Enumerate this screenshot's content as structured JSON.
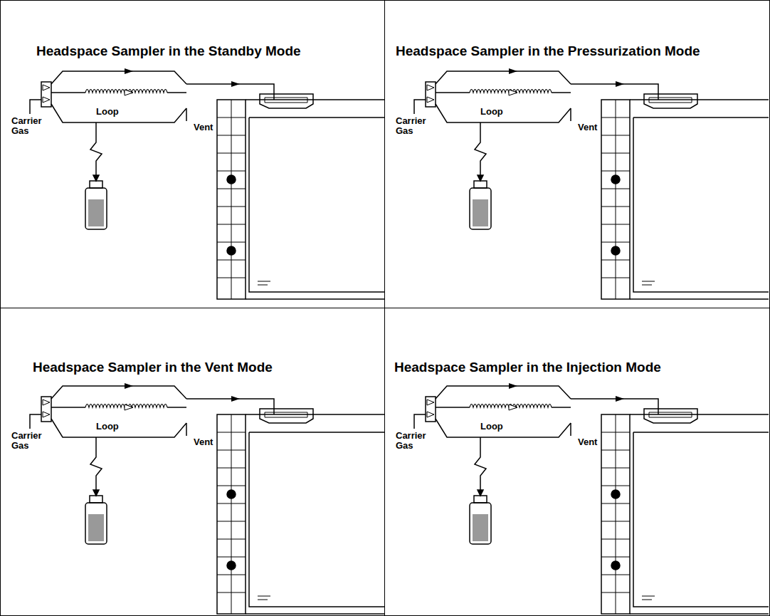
{
  "diagram": {
    "nodes": [
      {
        "text": [
          "Headspace Sampler in the Standby Mode"
        ]
      },
      {
        "text": [
          "Headspace Sampler in the Pressurization Mode"
        ]
      },
      {
        "text": [
          "Headspace Sampler in the Vent Mode"
        ]
      },
      {
        "text": [
          "Headspace Sampler in the Injection Mode"
        ]
      }
    ],
    "labels": [
      "Loop",
      "Carrier Gas",
      "Vent",
      "Loop",
      "Carrier Gas",
      "Vent",
      "Loop",
      "Carrier Gas",
      "Vent",
      "Loop",
      "Carrier Gas",
      "Vent"
    ]
  }
}
